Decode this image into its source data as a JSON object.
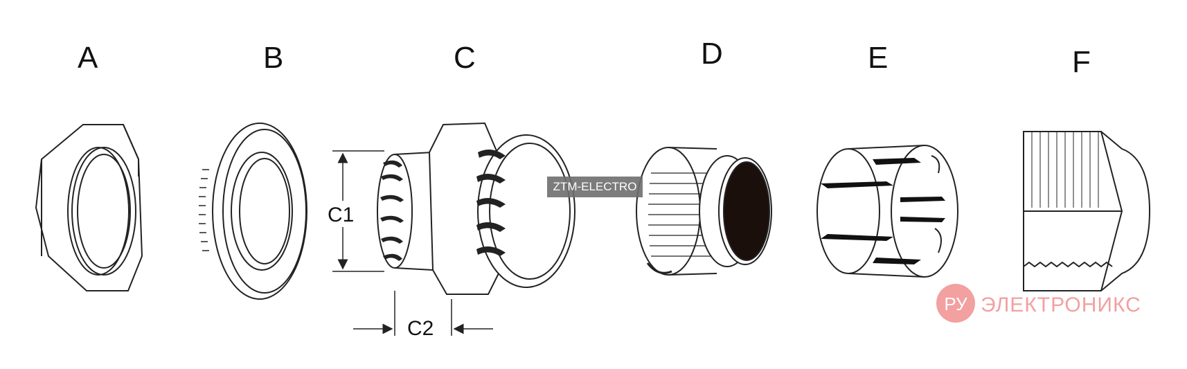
{
  "labels": {
    "a": "A",
    "b": "B",
    "c": "C",
    "d": "D",
    "e": "E",
    "f": "F"
  },
  "dimensions": {
    "c1": "C1",
    "c2": "C2"
  },
  "watermarks": {
    "source": "ZTM-ELECTRO",
    "logo_mark": "РУ",
    "logo_text": "ЭЛЕКТРОНИКС",
    "logo_color": "#f2a0a0"
  },
  "colors": {
    "line": "#222222",
    "fill_dark": "#1a0f0a"
  }
}
